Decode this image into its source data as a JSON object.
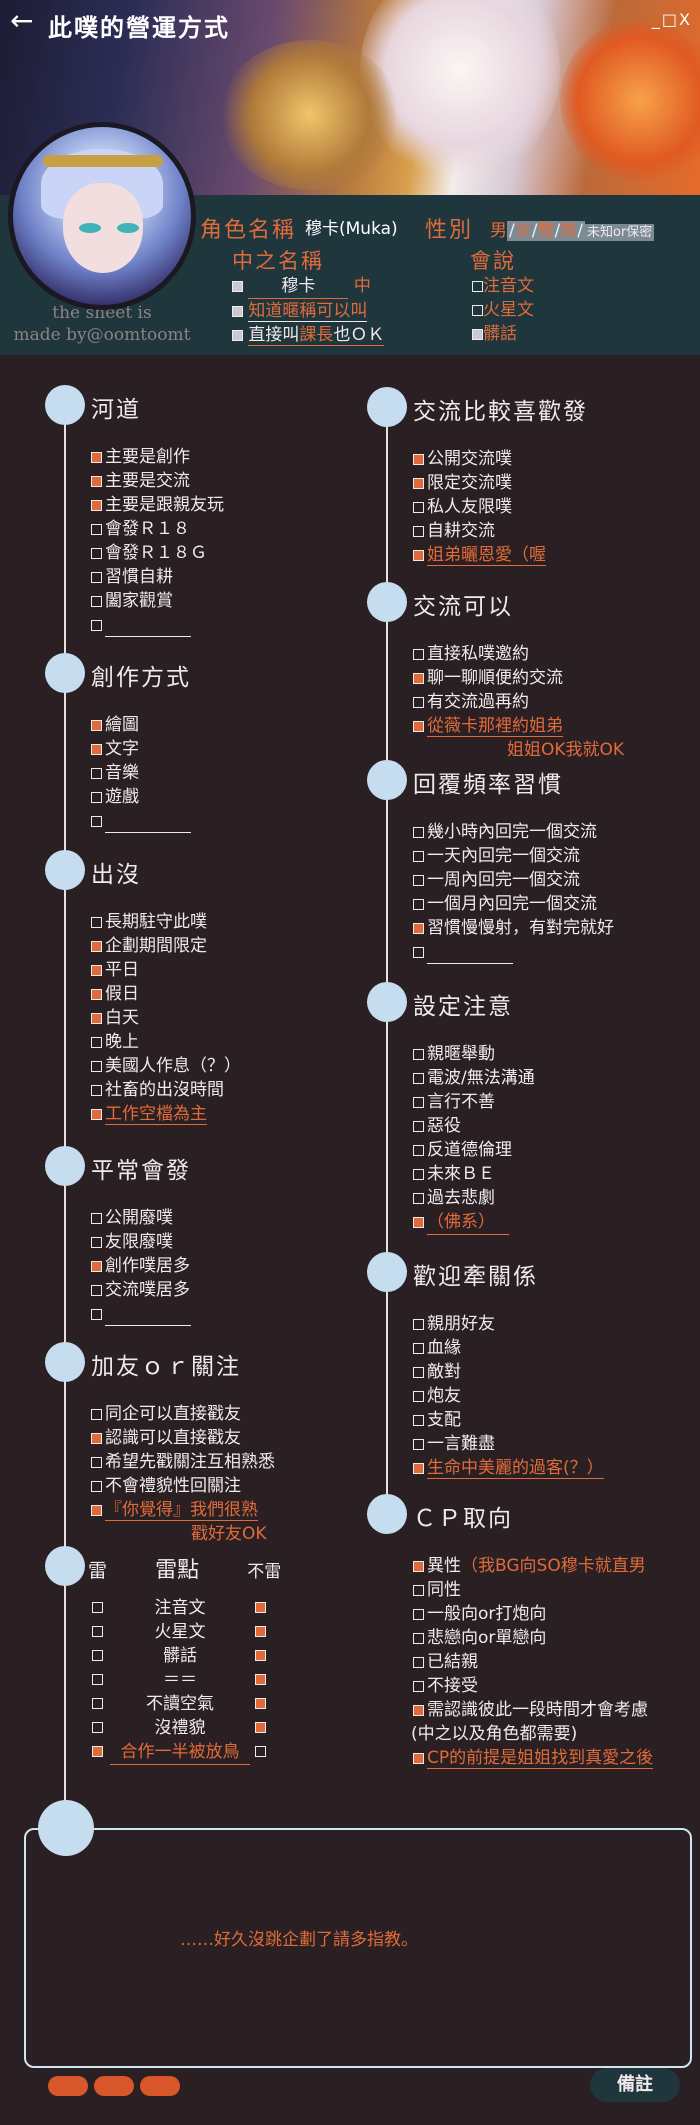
{
  "header": {
    "title": "此噗的營運方式",
    "window_controls": "_□X"
  },
  "credit": {
    "line1": "the sheet is",
    "line2": "made by@oomtoomt"
  },
  "profile": {
    "char_name_label": "角色名稱",
    "char_name_value": "穆卡(Muka)",
    "gender_label": "性別",
    "gender_options": [
      "男",
      "女",
      "雙",
      "無"
    ],
    "gender_other": "未知or保密",
    "pl_label": "中之名稱",
    "pl_rows": [
      {
        "checked": false,
        "name": "穆卡",
        "suffix": "中"
      },
      {
        "checked": false,
        "text": "知道暱稱可以叫"
      },
      {
        "checked": false,
        "text_a": "直接叫",
        "text_b": "課長",
        "text_c": "也ＯＫ"
      }
    ],
    "speech_label": "會說",
    "speech_rows": [
      {
        "checked": false,
        "text": "注音文"
      },
      {
        "checked": false,
        "text": "火星文"
      },
      {
        "checked": "grey",
        "text": "髒話"
      }
    ]
  },
  "sections": {
    "hedao": {
      "title": "河道",
      "items": [
        {
          "c": true,
          "t": "主要是創作"
        },
        {
          "c": true,
          "t": "主要是交流"
        },
        {
          "c": true,
          "t": "主要是跟親友玩"
        },
        {
          "c": false,
          "t": "會發Ｒ１８"
        },
        {
          "c": false,
          "t": "會發Ｒ１８Ｇ"
        },
        {
          "c": false,
          "t": "習慣自耕"
        },
        {
          "c": false,
          "t": "闔家觀賞"
        },
        {
          "c": false,
          "blank": true
        }
      ]
    },
    "create": {
      "title": "創作方式",
      "items": [
        {
          "c": true,
          "t": "繪圖"
        },
        {
          "c": true,
          "t": "文字"
        },
        {
          "c": false,
          "t": "音樂"
        },
        {
          "c": false,
          "t": "遊戲"
        },
        {
          "c": false,
          "blank": true
        }
      ]
    },
    "appear": {
      "title": "出沒",
      "items": [
        {
          "c": false,
          "t": "長期駐守此噗"
        },
        {
          "c": true,
          "t": "企劃期間限定"
        },
        {
          "c": true,
          "t": "平日"
        },
        {
          "c": true,
          "t": "假日"
        },
        {
          "c": true,
          "t": "白天"
        },
        {
          "c": false,
          "t": "晚上"
        },
        {
          "c": false,
          "t": "美國人作息（？）"
        },
        {
          "c": false,
          "t": "社畜的出沒時間"
        },
        {
          "c": true,
          "t": "工作空檔為主",
          "orange": true
        }
      ]
    },
    "post": {
      "title": "平常會發",
      "items": [
        {
          "c": false,
          "t": "公開廢噗"
        },
        {
          "c": false,
          "t": "友限廢噗"
        },
        {
          "c": true,
          "t": "創作噗居多"
        },
        {
          "c": false,
          "t": "交流噗居多"
        },
        {
          "c": false,
          "blank": true
        }
      ]
    },
    "follow": {
      "title": "加友ｏｒ關注",
      "items": [
        {
          "c": false,
          "t": "同企可以直接戳友"
        },
        {
          "c": true,
          "t": "認識可以直接戳友"
        },
        {
          "c": false,
          "t": "希望先戳關注互相熟悉"
        },
        {
          "c": false,
          "t": "不會禮貌性回關注"
        },
        {
          "c": true,
          "t": "『你覺得』我們很熟",
          "orange": true
        },
        {
          "c": null,
          "t": "戳好友OK",
          "orange": true,
          "indent": true
        }
      ]
    },
    "mine": {
      "label_left": "雷",
      "label_mid": "雷點",
      "label_right": "不雷",
      "rows": [
        {
          "l": false,
          "t": "注音文",
          "r": true
        },
        {
          "l": false,
          "t": "火星文",
          "r": true
        },
        {
          "l": false,
          "t": "髒話",
          "r": true
        },
        {
          "l": false,
          "t": "＝＝",
          "r": true
        },
        {
          "l": false,
          "t": "不讀空氣",
          "r": true
        },
        {
          "l": false,
          "t": "沒禮貌",
          "r": true
        },
        {
          "l": true,
          "t": "合作一半被放鳥",
          "r": false,
          "orange": true
        }
      ]
    },
    "prefer": {
      "title": "交流比較喜歡發",
      "items": [
        {
          "c": true,
          "t": "公開交流噗"
        },
        {
          "c": true,
          "t": "限定交流噗"
        },
        {
          "c": false,
          "t": "私人友限噗"
        },
        {
          "c": false,
          "t": "自耕交流"
        },
        {
          "c": true,
          "t": "姐弟曬恩愛（喔",
          "orange": true
        }
      ]
    },
    "canchat": {
      "title": "交流可以",
      "items": [
        {
          "c": false,
          "t": "直接私噗邀約"
        },
        {
          "c": true,
          "t": "聊一聊順便約交流"
        },
        {
          "c": false,
          "t": "有交流過再約"
        },
        {
          "c": true,
          "t": "從薇卡那裡約姐弟",
          "orange": true
        },
        {
          "c": null,
          "t": "姐姐OK我就OK",
          "orange": true,
          "indent2": true
        }
      ]
    },
    "reply": {
      "title": "回覆頻率習慣",
      "items": [
        {
          "c": false,
          "t": "幾小時內回完一個交流"
        },
        {
          "c": false,
          "t": "一天內回完一個交流"
        },
        {
          "c": false,
          "t": "一周內回完一個交流"
        },
        {
          "c": false,
          "t": "一個月內回完一個交流"
        },
        {
          "c": true,
          "t": "習慣慢慢射，有對完就好"
        },
        {
          "c": false,
          "blank": true
        }
      ]
    },
    "setting": {
      "title": "設定注意",
      "items": [
        {
          "c": false,
          "t": "親暱舉動"
        },
        {
          "c": false,
          "t": "電波/無法溝通"
        },
        {
          "c": false,
          "t": "言行不善"
        },
        {
          "c": false,
          "t": "惡役"
        },
        {
          "c": false,
          "t": "反道德倫理"
        },
        {
          "c": false,
          "t": "未來ＢＥ"
        },
        {
          "c": false,
          "t": "過去悲劇"
        },
        {
          "c": true,
          "t": "（佛系）",
          "orange": true,
          "tail": true
        }
      ]
    },
    "relation": {
      "title": "歡迎牽關係",
      "items": [
        {
          "c": false,
          "t": "親朋好友"
        },
        {
          "c": false,
          "t": "血緣"
        },
        {
          "c": false,
          "t": "敵對"
        },
        {
          "c": false,
          "t": "炮友"
        },
        {
          "c": false,
          "t": "支配"
        },
        {
          "c": false,
          "t": "一言難盡"
        },
        {
          "c": true,
          "t": "生命中美麗的過客(？）",
          "orange": true
        }
      ]
    },
    "cp": {
      "title": "ＣＰ取向",
      "items": [
        {
          "c": true,
          "t": "異性",
          "note": "（我BG向SO穆卡就直男"
        },
        {
          "c": false,
          "t": "同性"
        },
        {
          "c": false,
          "t": "一般向or打炮向"
        },
        {
          "c": false,
          "t": "悲戀向or單戀向"
        },
        {
          "c": false,
          "t": "已結親"
        },
        {
          "c": false,
          "t": "不接受"
        },
        {
          "c": true,
          "t": "需認識彼此一段時間才會考慮"
        },
        {
          "c": null,
          "t": "(中之以及角色都需要)",
          "noindent": true
        },
        {
          "c": true,
          "t": "CP的前提是姐姐找到真愛之後",
          "orange": true
        }
      ]
    }
  },
  "remarks": {
    "text": "……好久沒跳企劃了請多指教。",
    "label": "備註"
  }
}
